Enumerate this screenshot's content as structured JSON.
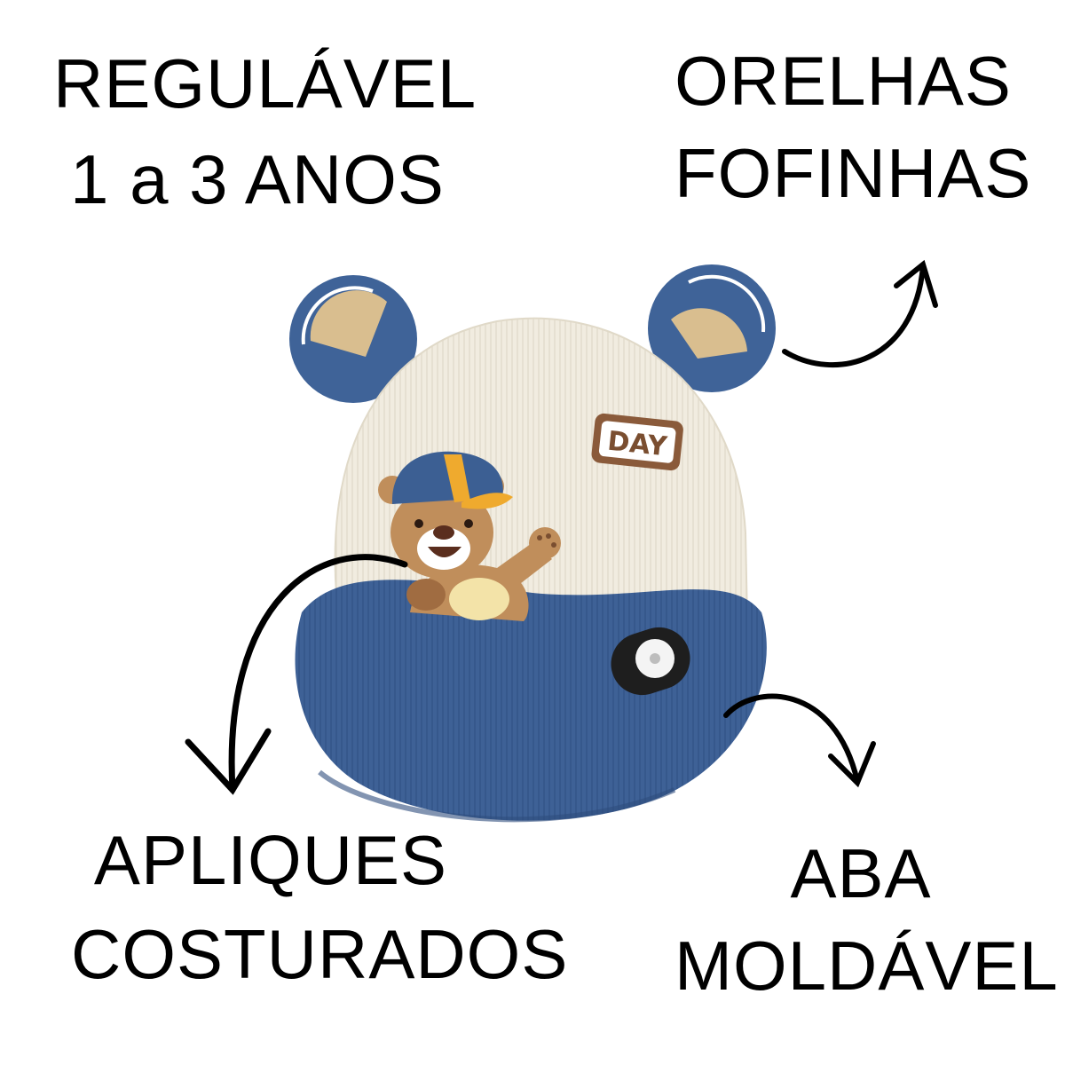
{
  "labels": {
    "top_left": [
      "REGULÁVEL",
      "1 a 3 ANOS"
    ],
    "top_right": [
      "ORELHAS",
      "FOFINHAS"
    ],
    "bottom_left": [
      "APLIQUES",
      "COSTURADOS"
    ],
    "bottom_right": [
      "ABA",
      "MOLDÁVEL"
    ]
  },
  "product": {
    "patch_text": "DAY",
    "colors": {
      "crown": "#f1ece0",
      "brim": "#3c5f93",
      "ear_inner": "#d8bd8c",
      "bear_fur": "#c08e5b",
      "patch_brown": "#8a5a3a",
      "bear_cap_yellow": "#efaa2e"
    }
  },
  "arrows": [
    "arrow-to-ears",
    "arrow-to-appliques",
    "arrow-to-brim"
  ]
}
